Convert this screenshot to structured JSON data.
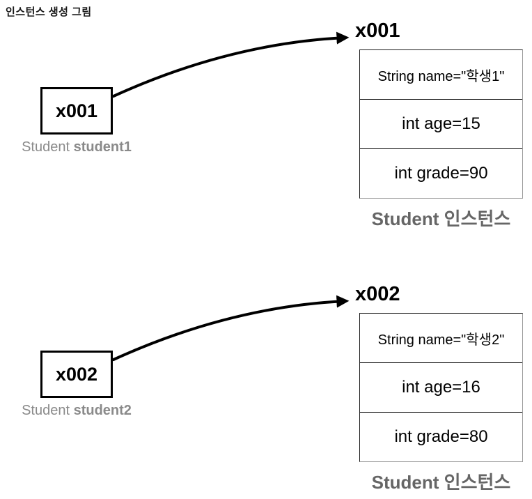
{
  "page": {
    "title": "인스턴스 생성 그림"
  },
  "colors": {
    "text": "#000000",
    "variable_caption": "#8a8a8a",
    "instance_caption": "#666666",
    "table_border_dark": "#1a1a1a",
    "table_border_light": "#999999",
    "arrow": "#000000",
    "background": "#ffffff"
  },
  "sections": [
    {
      "reference_box_label": "x001",
      "variable_type": "Student",
      "variable_name": "student1",
      "instance_address_label": "x001",
      "fields": [
        "String name=\"학생1\"",
        "int age=15",
        "int grade=90"
      ],
      "instance_caption": "Student 인스턴스"
    },
    {
      "reference_box_label": "x002",
      "variable_type": "Student",
      "variable_name": "student2",
      "instance_address_label": "x002",
      "fields": [
        "String name=\"학생2\"",
        "int age=16",
        "int grade=80"
      ],
      "instance_caption": "Student 인스턴스"
    }
  ]
}
